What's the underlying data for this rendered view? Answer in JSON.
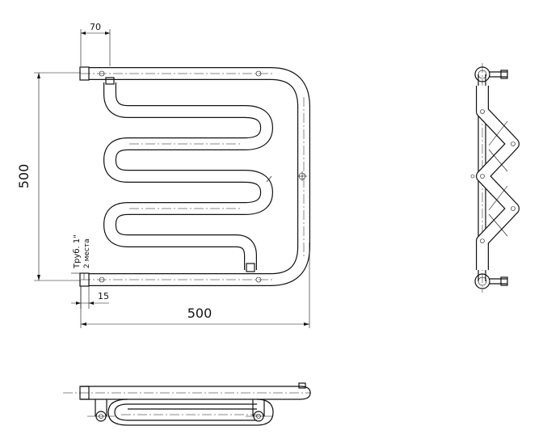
{
  "dimensions": {
    "top_offset": "70",
    "height": "500",
    "width": "500",
    "bottom_offset": "15"
  },
  "annotation": {
    "line1": "Труб. 1\"",
    "line2": "2 места"
  },
  "colors": {
    "line": "#111111",
    "background": "#ffffff"
  }
}
